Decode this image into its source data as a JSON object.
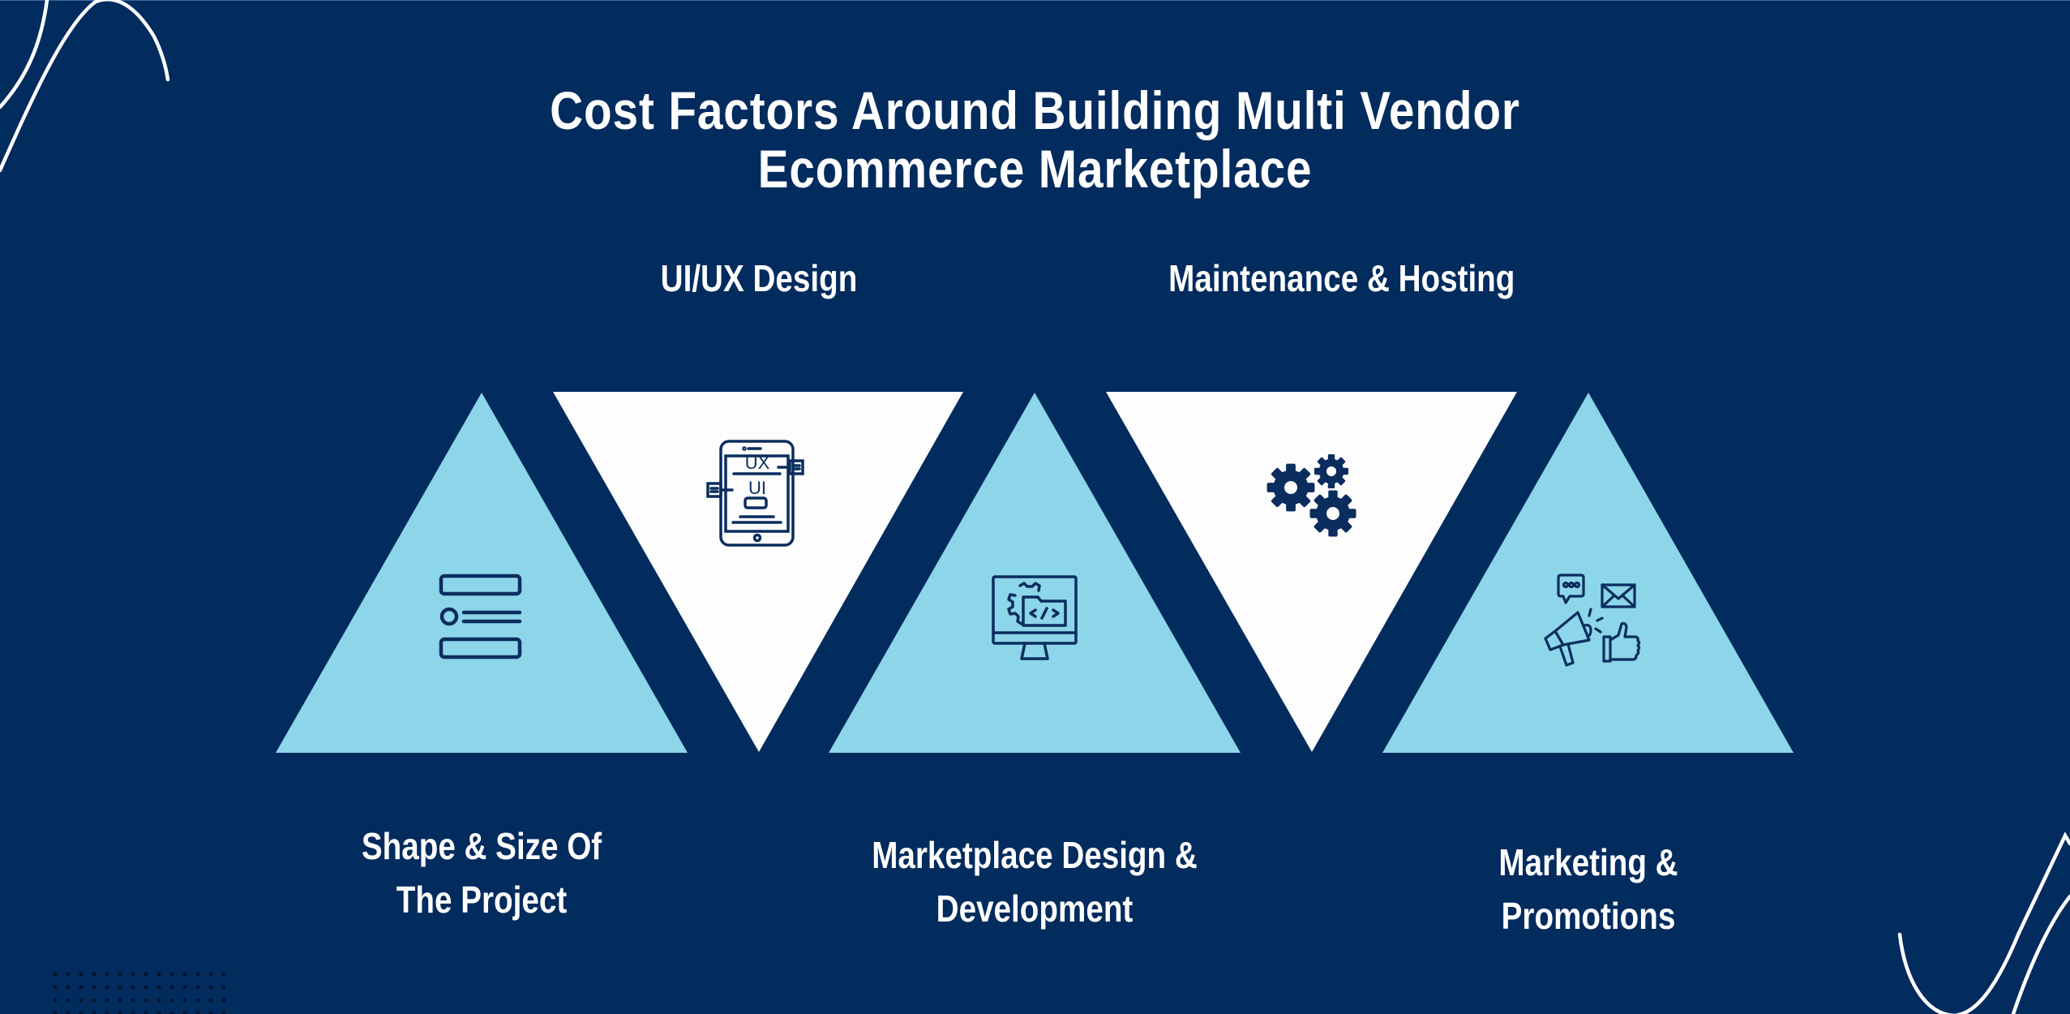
{
  "title": {
    "line1": "Cost Factors Around Building Multi Vendor",
    "line2": "Ecommerce Marketplace"
  },
  "colors": {
    "background": "#022b5e",
    "triangle_up": "#8dd5e8",
    "triangle_down": "#fdfdfd",
    "icon_stroke": "#0a2d5e",
    "text": "#ffffff"
  },
  "factors": [
    {
      "id": "shape-size",
      "label_line1": "Shape & Size Of",
      "label_line2": "The Project",
      "position": "bottom",
      "shape": "triangle-up",
      "icon": "list-form-icon"
    },
    {
      "id": "ui-ux",
      "label_line1": "UI/UX Design",
      "label_line2": "",
      "position": "top",
      "shape": "triangle-down",
      "icon": "mobile-ui-ux-icon"
    },
    {
      "id": "marketplace-dev",
      "label_line1": "Marketplace Design &",
      "label_line2": "Development",
      "position": "bottom",
      "shape": "triangle-up",
      "icon": "monitor-code-gear-icon"
    },
    {
      "id": "maintenance",
      "label_line1": "Maintenance & Hosting",
      "label_line2": "",
      "position": "top",
      "shape": "triangle-down",
      "icon": "gears-icon"
    },
    {
      "id": "marketing",
      "label_line1": "Marketing &",
      "label_line2": "Promotions",
      "position": "bottom",
      "shape": "triangle-up",
      "icon": "megaphone-marketing-icon"
    }
  ],
  "icon_glyphs": {
    "ux_text": "UX",
    "ui_text": "UI"
  }
}
